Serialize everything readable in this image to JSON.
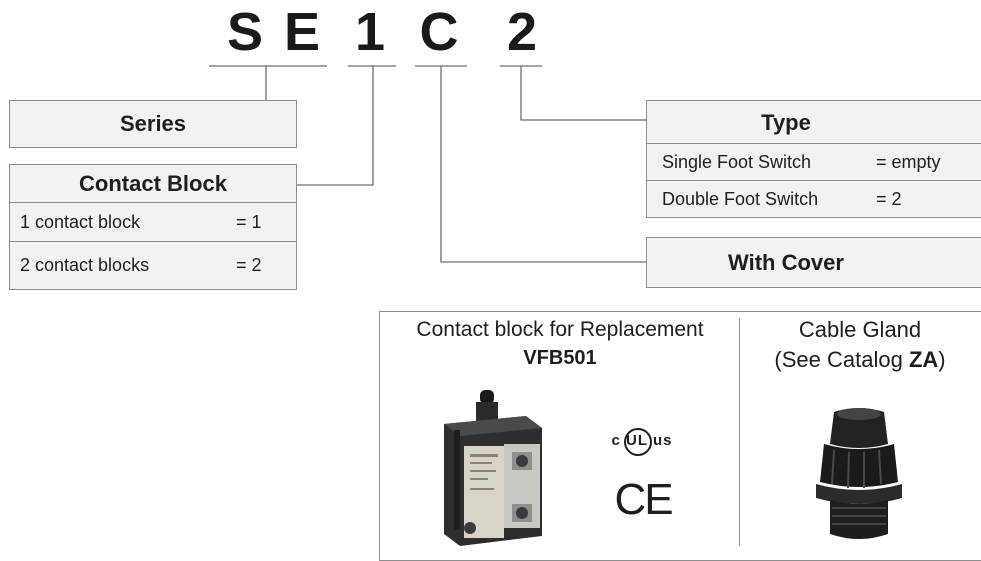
{
  "code": {
    "letters": [
      "S",
      "E",
      "1",
      "C",
      "2"
    ]
  },
  "series_box": {
    "title": "Series"
  },
  "contact_block_box": {
    "title": "Contact Block",
    "rows": [
      {
        "label": "1 contact block",
        "value": "= 1"
      },
      {
        "label": "2 contact blocks",
        "value": "= 2"
      }
    ]
  },
  "type_box": {
    "title": "Type",
    "rows": [
      {
        "label": "Single Foot Switch",
        "value": "= empty"
      },
      {
        "label": "Double Foot Switch",
        "value": "= 2"
      }
    ]
  },
  "cover_box": {
    "title": "With Cover"
  },
  "replacement_panel": {
    "line1": "Contact block for Replacement",
    "part_number": "VFB501",
    "cert_ul": "c UL us",
    "cert_ce": "CE"
  },
  "gland_panel": {
    "line1": "Cable Gland",
    "line2_prefix": "(See Catalog ",
    "line2_bold": "ZA",
    "line2_suffix": ")"
  },
  "colors": {
    "box_fill": "#f2f2f2",
    "border": "#8c8c8c",
    "text": "#1e1e1e"
  }
}
